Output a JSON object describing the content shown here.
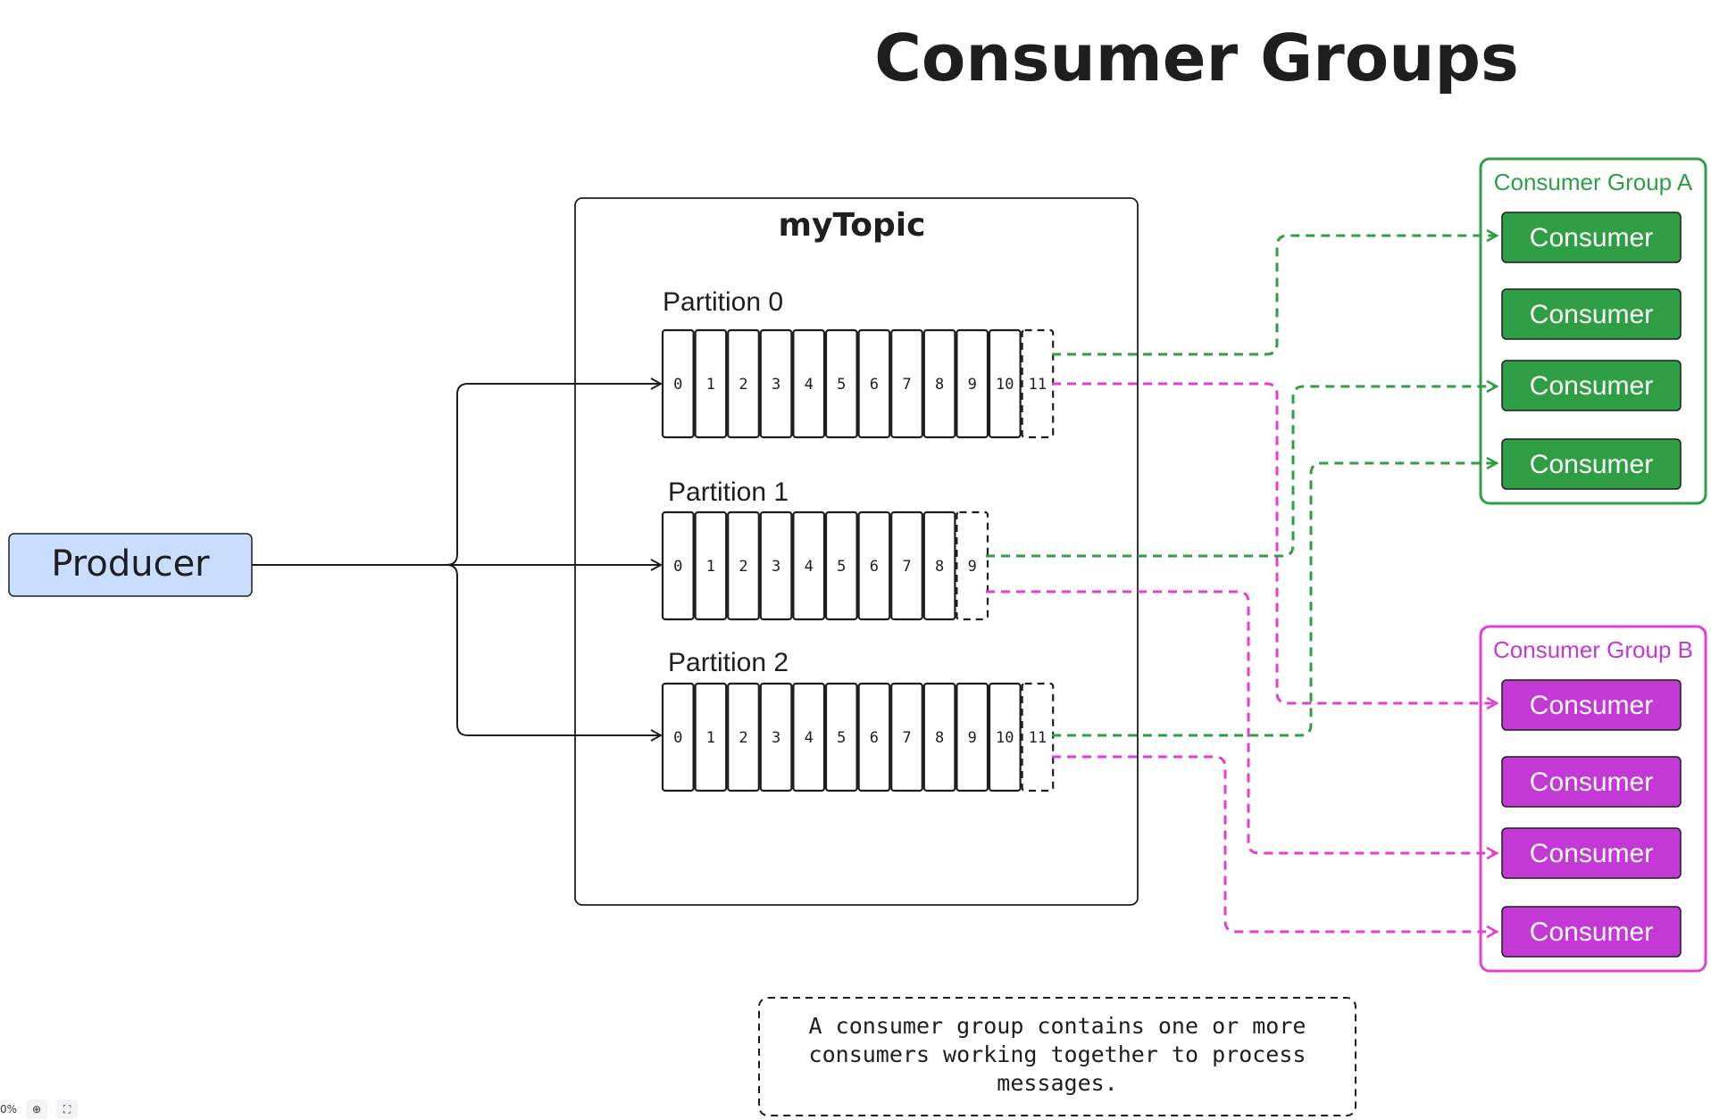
{
  "title": "Consumer Groups",
  "producer": {
    "label": "Producer"
  },
  "topic": {
    "name": "myTopic",
    "partitions": [
      {
        "label": "Partition 0",
        "offsets": [
          "0",
          "1",
          "2",
          "3",
          "4",
          "5",
          "6",
          "7",
          "8",
          "9",
          "10"
        ],
        "next_offset": "11"
      },
      {
        "label": "Partition 1",
        "offsets": [
          "0",
          "1",
          "2",
          "3",
          "4",
          "5",
          "6",
          "7",
          "8"
        ],
        "next_offset": "9"
      },
      {
        "label": "Partition 2",
        "offsets": [
          "0",
          "1",
          "2",
          "3",
          "4",
          "5",
          "6",
          "7",
          "8",
          "9",
          "10"
        ],
        "next_offset": "11"
      }
    ]
  },
  "groups": [
    {
      "title": "Consumer Group A",
      "color": "#2f9e44",
      "fill": "#2f9e44",
      "consumers": [
        "Consumer",
        "Consumer",
        "Consumer",
        "Consumer"
      ]
    },
    {
      "title": "Consumer Group B",
      "color": "#c239d6",
      "fill": "#c239d6",
      "consumers": [
        "Consumer",
        "Consumer",
        "Consumer",
        "Consumer"
      ]
    }
  ],
  "note": {
    "lines": [
      "A consumer group contains one or more",
      "consumers working together to process",
      "messages."
    ]
  },
  "colors": {
    "producer_fill": "#c9ddff",
    "group_a": "#2f9e44",
    "group_b": "#e040d0"
  },
  "toolbar": {
    "zoom": "0%",
    "zoom_icon": "zoom-in-icon",
    "fit_icon": "fit-screen-icon"
  }
}
